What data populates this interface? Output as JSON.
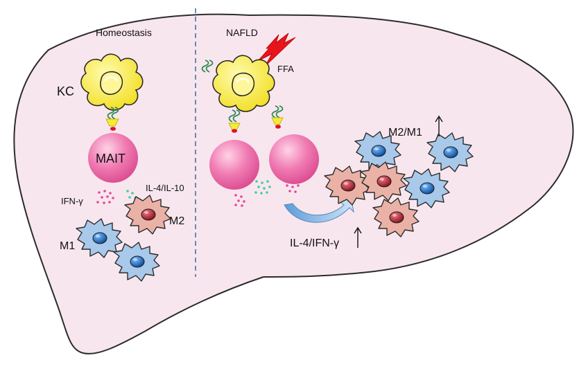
{
  "panels": {
    "left": {
      "title": "Homeostasis"
    },
    "right": {
      "title": "NAFLD"
    }
  },
  "labels": {
    "kc": "KC",
    "mait": "MAIT",
    "ifn": "IFN-γ",
    "il4il10": "IL-4/IL-10",
    "m1": "M1",
    "m2": "M2",
    "ffa": "FFA",
    "ratio": "M2/M1",
    "il4ifn": "IL-4/IFN-γ"
  },
  "colors": {
    "liver_fill": "#f8e6ee",
    "kc_yellow": "#f5e62a",
    "mait_pink": "#ee6aa8",
    "m1_blue": "#a9c9ea",
    "m1_nucleus": "#1f6fbf",
    "m2_salmon": "#eab2a6",
    "m2_nucleus": "#b32a35",
    "lightning": "#e8141c",
    "divider": "#5a7fb0"
  }
}
